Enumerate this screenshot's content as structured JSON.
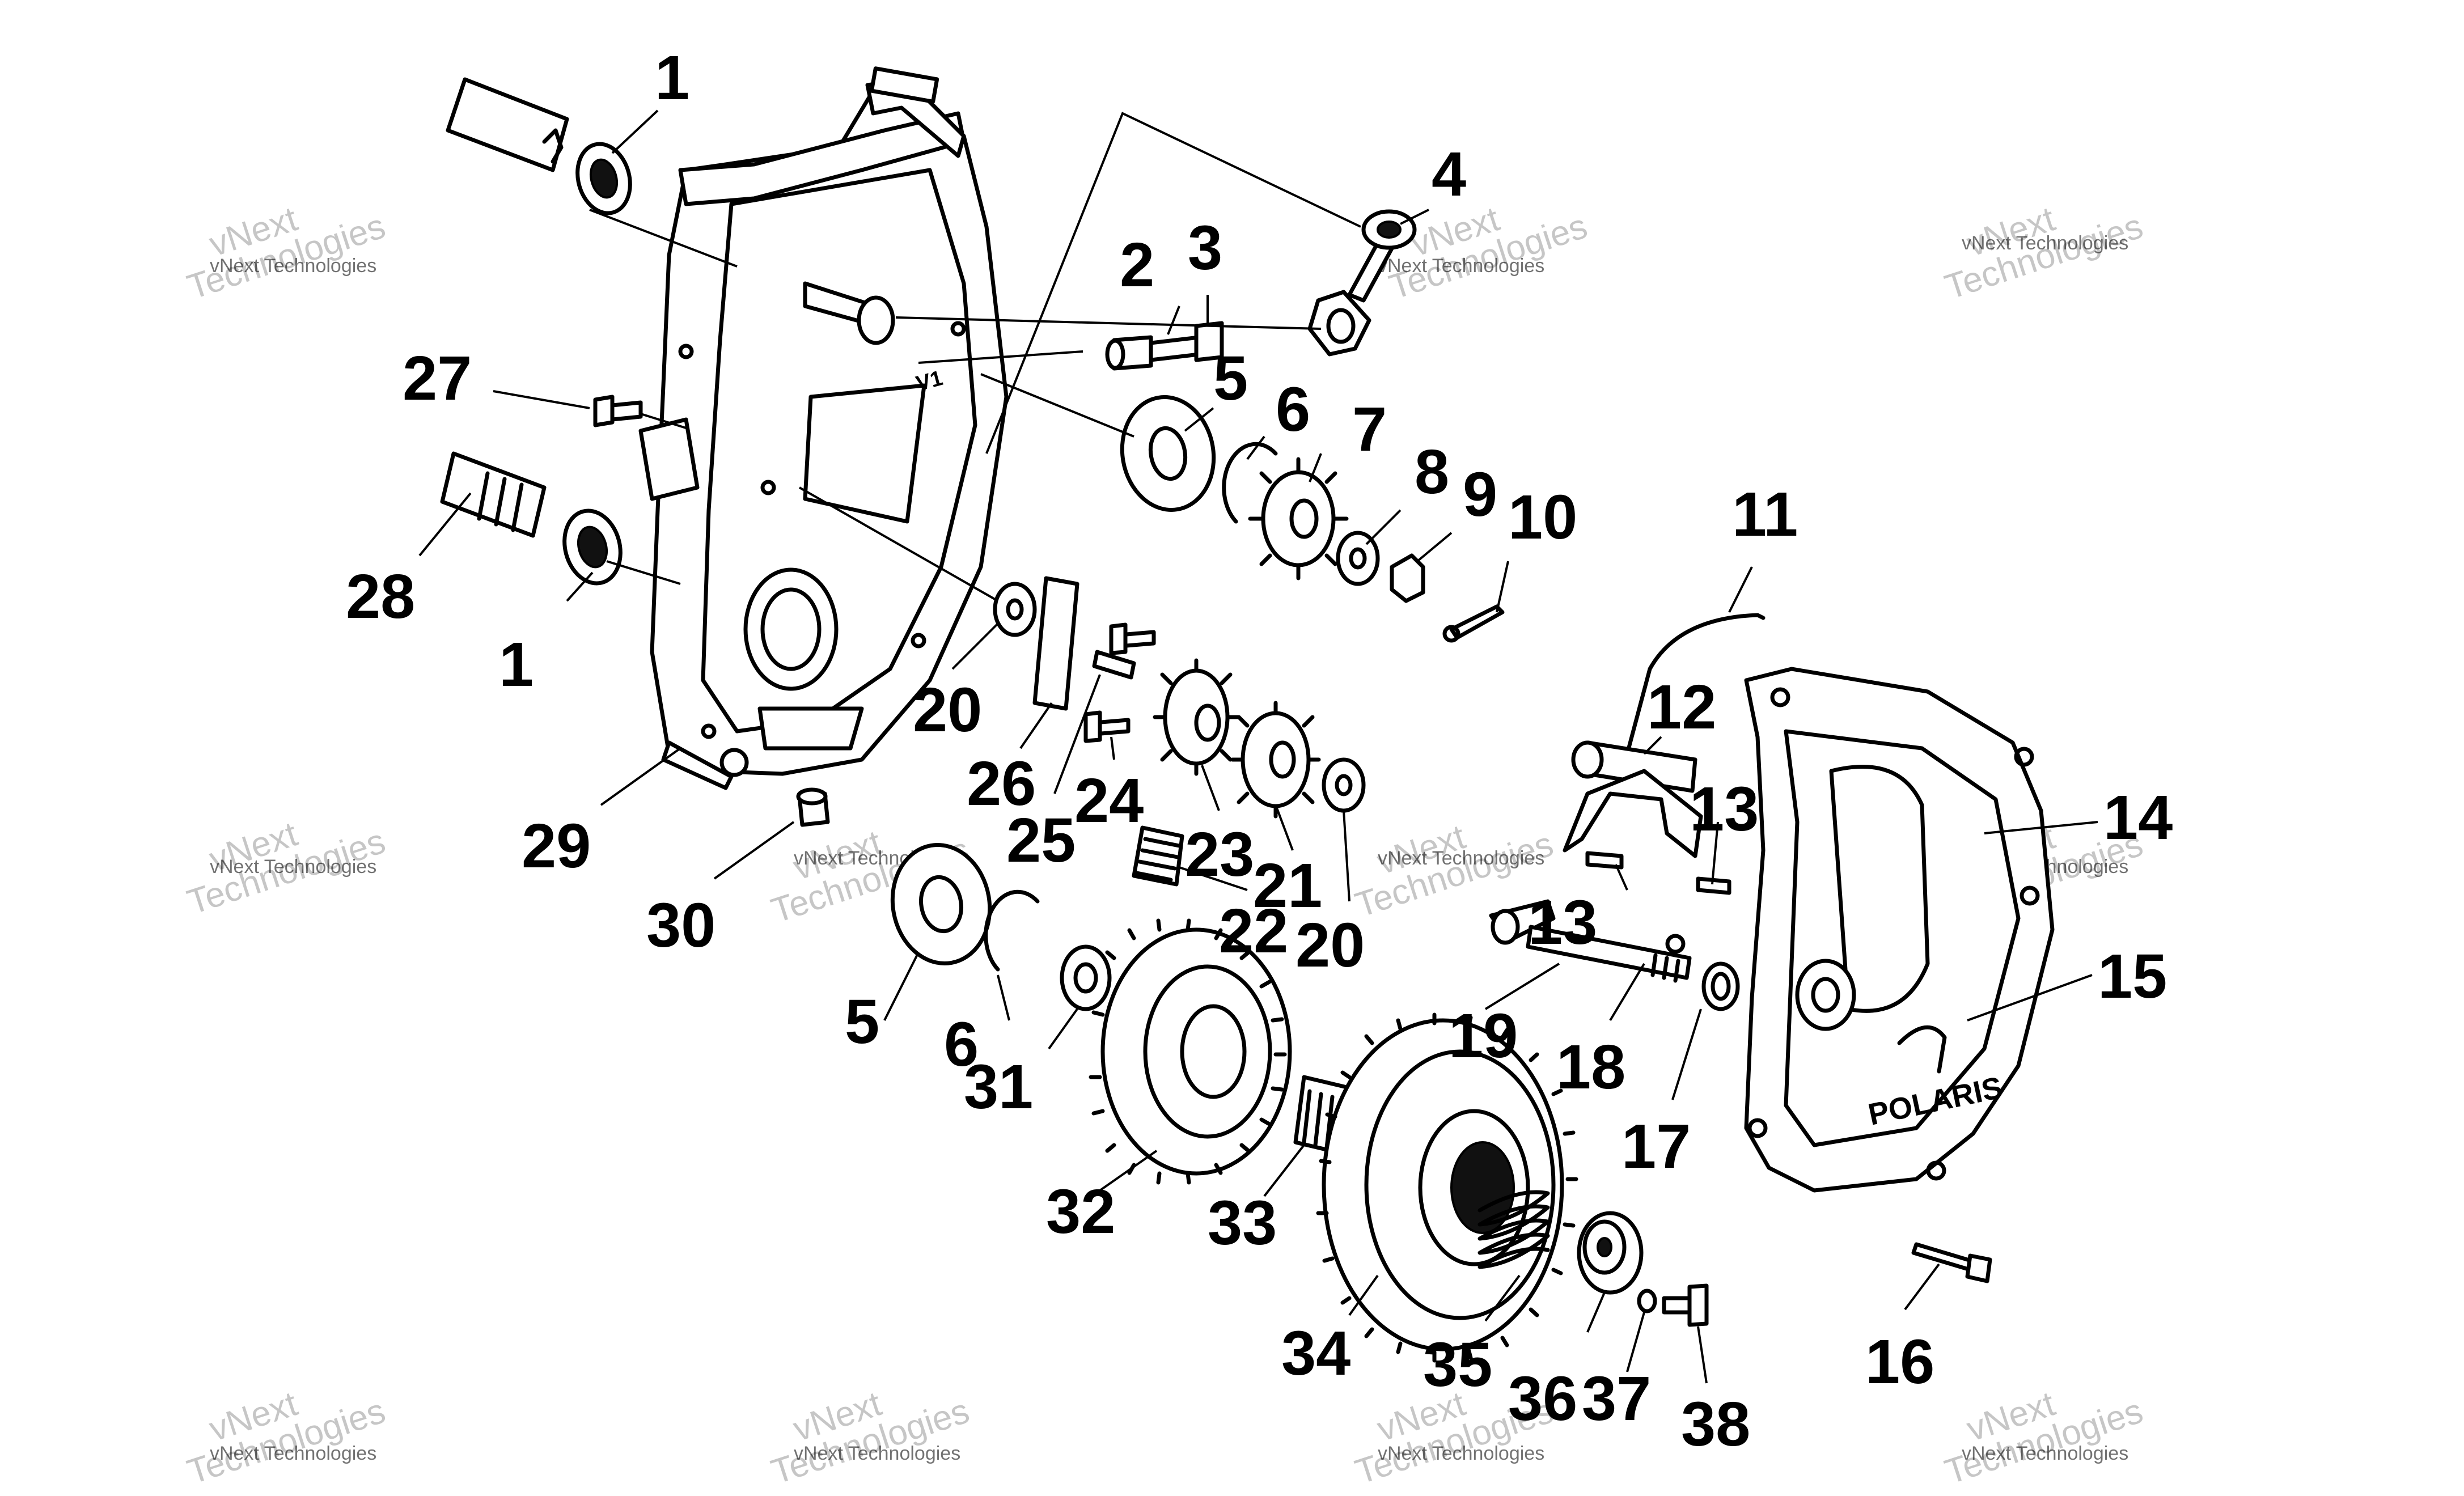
{
  "watermark": {
    "text": "vNext Technologies",
    "line1": "vNext",
    "line2": "Technologies"
  },
  "callouts": [
    {
      "id": "c1a",
      "label": "1"
    },
    {
      "id": "c1b",
      "label": "1"
    },
    {
      "id": "c2",
      "label": "2"
    },
    {
      "id": "c3",
      "label": "3"
    },
    {
      "id": "c4",
      "label": "4"
    },
    {
      "id": "c5a",
      "label": "5"
    },
    {
      "id": "c5b",
      "label": "5"
    },
    {
      "id": "c6a",
      "label": "6"
    },
    {
      "id": "c6b",
      "label": "6"
    },
    {
      "id": "c7",
      "label": "7"
    },
    {
      "id": "c8",
      "label": "8"
    },
    {
      "id": "c9",
      "label": "9"
    },
    {
      "id": "c10",
      "label": "10"
    },
    {
      "id": "c11",
      "label": "11"
    },
    {
      "id": "c12",
      "label": "12"
    },
    {
      "id": "c13a",
      "label": "13"
    },
    {
      "id": "c13b",
      "label": "13"
    },
    {
      "id": "c14",
      "label": "14"
    },
    {
      "id": "c15",
      "label": "15"
    },
    {
      "id": "c16",
      "label": "16"
    },
    {
      "id": "c17",
      "label": "17"
    },
    {
      "id": "c18",
      "label": "18"
    },
    {
      "id": "c19",
      "label": "19"
    },
    {
      "id": "c20a",
      "label": "20"
    },
    {
      "id": "c20b",
      "label": "20"
    },
    {
      "id": "c21",
      "label": "21"
    },
    {
      "id": "c22",
      "label": "22"
    },
    {
      "id": "c23",
      "label": "23"
    },
    {
      "id": "c24",
      "label": "24"
    },
    {
      "id": "c25",
      "label": "25"
    },
    {
      "id": "c26",
      "label": "26"
    },
    {
      "id": "c27",
      "label": "27"
    },
    {
      "id": "c28",
      "label": "28"
    },
    {
      "id": "c29",
      "label": "29"
    },
    {
      "id": "c30",
      "label": "30"
    },
    {
      "id": "c31",
      "label": "31"
    },
    {
      "id": "c32",
      "label": "32"
    },
    {
      "id": "c33",
      "label": "33"
    },
    {
      "id": "c34",
      "label": "34"
    },
    {
      "id": "c35",
      "label": "35"
    },
    {
      "id": "c36",
      "label": "36"
    },
    {
      "id": "c37",
      "label": "37"
    },
    {
      "id": "c38",
      "label": "38"
    }
  ],
  "case_markings": {
    "brand": "POLARIS",
    "stamp": "V1"
  }
}
